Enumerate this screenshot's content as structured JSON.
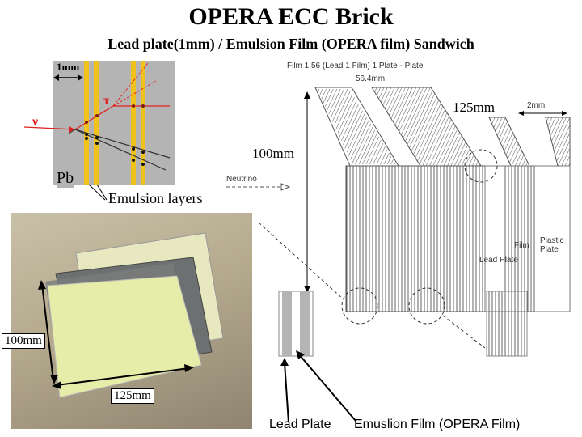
{
  "header": {
    "title": "OPERA ECC Brick",
    "subtitle": "Lead plate(1mm) / Emulsion Film (OPERA film) Sandwich"
  },
  "left_schematic": {
    "thickness_label": "1mm",
    "tau_symbol": "τ",
    "nu_symbol": "ν",
    "pb_label": "Pb",
    "emulsion_label": "Emulsion layers"
  },
  "photo": {
    "height_label": "100mm",
    "width_label": "125mm"
  },
  "brick_drawing": {
    "width_label": "125mm",
    "height_label": "100mm",
    "pitch_label": "2mm",
    "faint_text_1": "Film 1:56 (Lead 1 Film) 1 Plate - Plate",
    "faint_text_2": "56.4mm",
    "neutrino_label": "Neutrino",
    "film_label": "Film",
    "plastic_plate_label": "Plastic Plate",
    "lead_plate_small_label": "Lead Plate"
  },
  "bottom_labels": {
    "lead_plate": "Lead Plate",
    "emulsion_film": "Emuslion Film (OPERA Film)"
  },
  "colors": {
    "lead_gray": "#b4b4b4",
    "emulsion_yellow": "#f2c21c",
    "track_red": "#e02020",
    "film_green_yellow": "#e6eda8"
  }
}
